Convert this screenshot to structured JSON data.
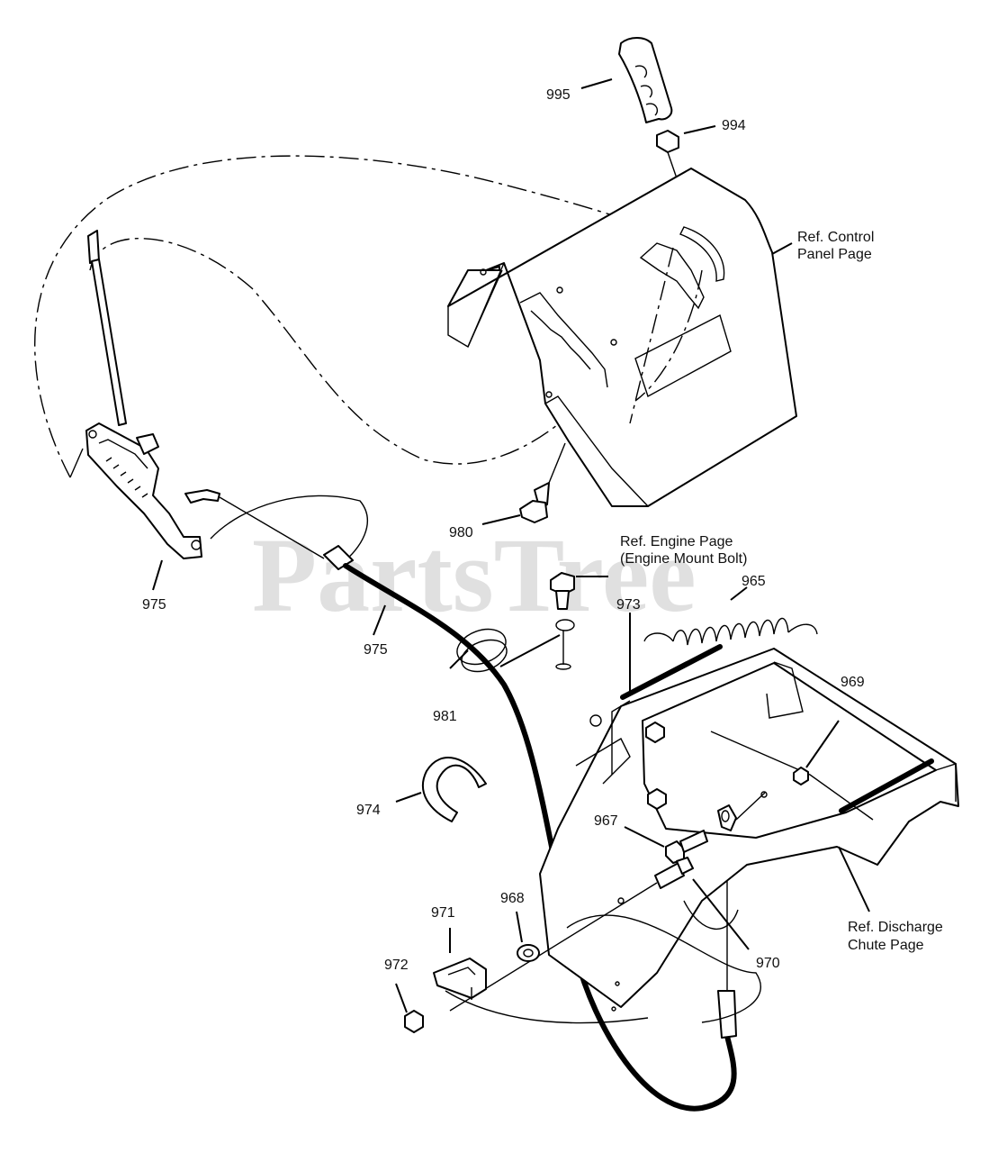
{
  "watermark": "PartsTree",
  "references": {
    "control_panel": [
      "Ref. Control",
      "Panel Page"
    ],
    "engine": [
      "Ref. Engine Page",
      "(Engine Mount Bolt)"
    ],
    "discharge_chute": [
      "Ref. Discharge",
      "Chute Page"
    ]
  },
  "callouts": {
    "c995": "995",
    "c994": "994",
    "c980": "980",
    "c975_lever": "975",
    "c975_cable": "975",
    "c965": "965",
    "c973": "973",
    "c969": "969",
    "c981": "981",
    "c974": "974",
    "c967": "967",
    "c968": "968",
    "c971": "971",
    "c972": "972",
    "c970": "970"
  },
  "colors": {
    "line": "#000000",
    "watermark": "#c8c8c8",
    "background": "#ffffff"
  }
}
